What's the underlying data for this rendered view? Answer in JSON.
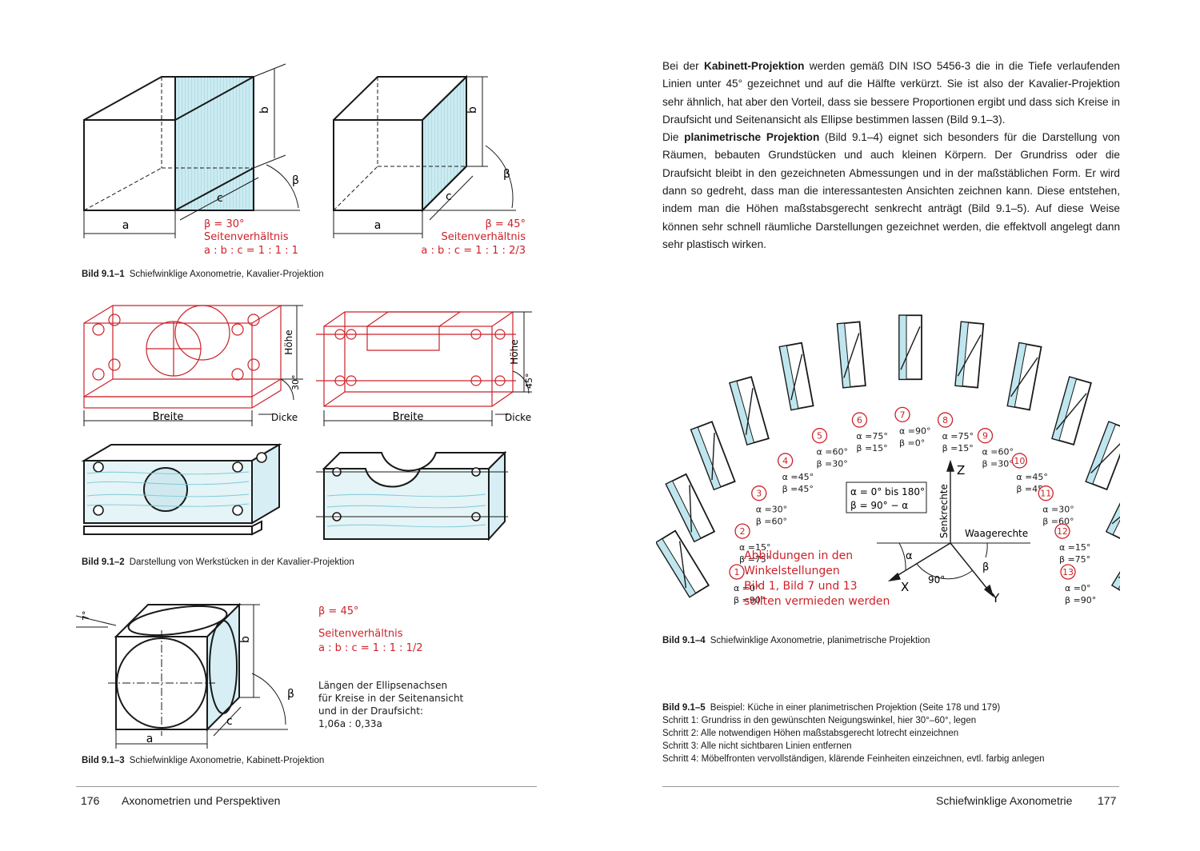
{
  "left_page": {
    "figure1": {
      "number": "Bild 9.1–1",
      "caption": "Schiefwinklige Axonometrie, Kavalier-Projektion",
      "cube_a": {
        "dim_a": "a",
        "dim_b": "b",
        "dim_c": "c",
        "angle": "β",
        "beta": "β = 30°",
        "label": "Seitenverhältnis",
        "ratio": "a : b : c = 1 : 1 : 1"
      },
      "cube_b": {
        "dim_a": "a",
        "dim_b": "b",
        "dim_c": "c",
        "angle": "β",
        "beta": "β = 45°",
        "label": "Seitenverhältnis",
        "ratio": "a : b : c = 1 : 1 :  2/3"
      }
    },
    "figure2": {
      "number": "Bild 9.1–2",
      "caption": "Darstellung von Werkstücken in der Kavalier-Projektion",
      "left_part": {
        "width": "Breite",
        "height": "Höhe",
        "depth": "Dicke",
        "angle": "30°"
      },
      "right_part": {
        "width": "Breite",
        "height": "Höhe",
        "depth": "Dicke",
        "angle": "45°"
      }
    },
    "figure3": {
      "number": "Bild 9.1–3",
      "caption": "Schiefwinklige Axonometrie, Kabinett-Projektion",
      "dim_a": "a",
      "dim_b": "b",
      "dim_c": "c",
      "angle": "β",
      "gamma": "7°",
      "beta": "β = 45°",
      "label": "Seitenverhältnis",
      "ratio": "a : b : c  = 1 : 1 :  1/2",
      "note_lines": [
        "Längen der Ellipsenachsen",
        "für Kreise in der Seitenansicht",
        "und in der Draufsicht:",
        "1,06a : 0,33a"
      ]
    },
    "page_number": "176",
    "running_head": "Axonometrien und Perspektiven"
  },
  "right_page": {
    "paragraph1": {
      "pre": "Bei der ",
      "keyword": "Kabinett-Projektion",
      "post": " werden gemäß DIN ISO 5456-3 die in die Tiefe verlaufenden Linien unter 45° gezeichnet und auf die Hälfte verkürzt. Sie ist also der Kavalier-Projektion sehr ähnlich, hat aber den Vorteil, dass sie bessere Proportionen ergibt und dass sich Kreise in Draufsicht und Seitenansicht als Ellipse bestimmen lassen (Bild 9.1–3)."
    },
    "paragraph2": {
      "pre": "Die ",
      "keyword": "planimetrische Projektion",
      "post": " (Bild 9.1–4) eignet sich besonders für die Darstellung von Räumen, bebauten Grundstücken und auch kleinen Körpern. Der Grundriss oder die Draufsicht bleibt in den gezeichneten Abmessungen und in der maßstäblichen Form. Er wird dann so gedreht, dass man die interessantesten Ansichten zeichnen kann. Diese entstehen, indem man die Höhen maßstabsgerecht senkrecht anträgt (Bild 9.1–5). Auf diese Weise können sehr schnell räumliche Darstellungen gezeichnet werden, die effektvoll angelegt dann sehr plastisch wirken."
    },
    "figure4": {
      "number": "Bild 9.1–4",
      "caption": "Schiefwinklige Axonometrie, planimetrische Projektion",
      "positions": [
        {
          "n": "1",
          "alpha": "α =0°",
          "beta": "β =90°"
        },
        {
          "n": "2",
          "alpha": "α =15°",
          "beta": "β =75°"
        },
        {
          "n": "3",
          "alpha": "α =30°",
          "beta": "β =60°"
        },
        {
          "n": "4",
          "alpha": "α =45°",
          "beta": "β =45°"
        },
        {
          "n": "5",
          "alpha": "α =60°",
          "beta": "β =30°"
        },
        {
          "n": "6",
          "alpha": "α =75°",
          "beta": "β =15°"
        },
        {
          "n": "7",
          "alpha": "α =90°",
          "beta": "β =0°"
        },
        {
          "n": "8",
          "alpha": "α =75°",
          "beta": "β =15°"
        },
        {
          "n": "9",
          "alpha": "α =60°",
          "beta": "β =30°"
        },
        {
          "n": "10",
          "alpha": "α =45°",
          "beta": "β =45°"
        },
        {
          "n": "11",
          "alpha": "α =30°",
          "beta": "β =60°"
        },
        {
          "n": "12",
          "alpha": "α =15°",
          "beta": "β =75°"
        },
        {
          "n": "13",
          "alpha": "α =0°",
          "beta": "β =90°"
        }
      ],
      "formula_alpha": "α =  0°  bis  180°",
      "formula_beta": "β = 90° − α",
      "axis_z": "Z",
      "axis_x": "X",
      "axis_y": "Y",
      "axis_vertical": "Senkrechte",
      "axis_horizontal": "Waagerechte",
      "angle_alpha": "α",
      "angle_beta": "β",
      "angle_90": "90°",
      "warning_lines": [
        "Abbildungen in den",
        "Winkelstellungen",
        "Bild 1, Bild 7 und 13",
        "sollten vermieden werden"
      ]
    },
    "figure5": {
      "number": "Bild 9.1–5",
      "caption": "Beispiel: Küche in einer planimetrischen Projektion (Seite 178 und 179)",
      "steps": [
        "Schritt 1: Grundriss in den gewünschten Neigungswinkel, hier 30°–60°, legen",
        "Schritt 2: Alle notwendigen Höhen maßstabsgerecht lotrecht einzeichnen",
        "Schritt 3: Alle nicht sichtbaren Linien entfernen",
        "Schritt 4: Möbelfronten vervollständigen, klärende Feinheiten einzeichnen, evtl. farbig anlegen"
      ]
    },
    "page_number": "177",
    "running_head": "Schiefwinklige Axonometrie"
  },
  "colors": {
    "red": "#cc2229",
    "cyan": "#bfe6ee",
    "text": "#1a1a1a",
    "rule": "#9a9a9a"
  }
}
